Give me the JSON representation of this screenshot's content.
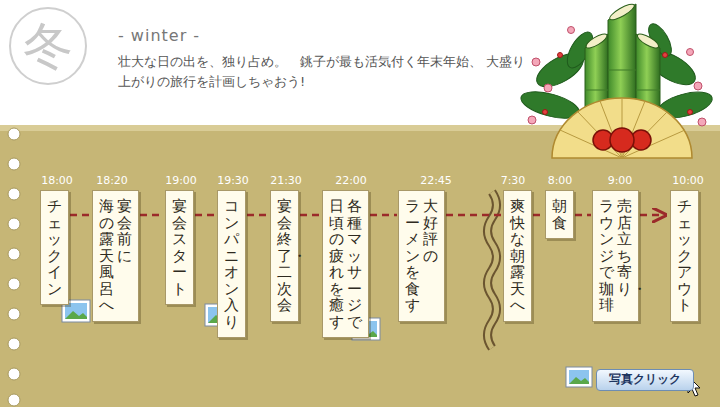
{
  "diagram": {
    "title": "- winter -",
    "nodes": [
      {
        "text": [
          "チェックイン"
        ]
      },
      {
        "text": [
          "宴会前に 海の露天風呂へ"
        ]
      },
      {
        "text": [
          "宴会スタート"
        ]
      },
      {
        "text": [
          "コンパニオン入り"
        ]
      },
      {
        "text": [
          "宴会終了・二次会"
        ]
      },
      {
        "text": [
          "各種マッサージで 日頃の疲れを癒す"
        ]
      },
      {
        "text": [
          "大好評の ラーメンを食す"
        ]
      },
      {
        "text": [
          "爽快な朝露天へ"
        ]
      },
      {
        "text": [
          "朝食"
        ]
      },
      {
        "text": [
          "売店立ち寄り・ ラウンジで珈琲"
        ]
      },
      {
        "text": [
          "チェックアウト"
        ]
      },
      {
        "text": [
          "写真クリック"
        ]
      }
    ],
    "edges": [
      {
        "from": 0,
        "to": 1,
        "arrow": "none"
      },
      {
        "from": 1,
        "to": 2,
        "arrow": "none"
      },
      {
        "from": 2,
        "to": 3,
        "arrow": "none"
      },
      {
        "from": 3,
        "to": 4,
        "arrow": "none"
      },
      {
        "from": 4,
        "to": 5,
        "arrow": "none"
      },
      {
        "from": 5,
        "to": 6,
        "arrow": "none"
      },
      {
        "from": 6,
        "to": 7,
        "arrow": "none"
      },
      {
        "from": 7,
        "to": 8,
        "arrow": "none"
      },
      {
        "from": 8,
        "to": 9,
        "arrow": "none"
      },
      {
        "from": 9,
        "to": 10,
        "arrow": "to"
      }
    ],
    "labels": [
      "冬",
      "壮大な日の出を、独り占め。　銚子が最も活気付く年末年始、 大盛り上がりの旅行を計画しちゃおう!",
      "18:00",
      "18:20",
      "19:00",
      "19:30",
      "21:30",
      "22:00",
      "22:45",
      "7:30",
      "8:00",
      "9:00",
      "10:00"
    ]
  }
}
